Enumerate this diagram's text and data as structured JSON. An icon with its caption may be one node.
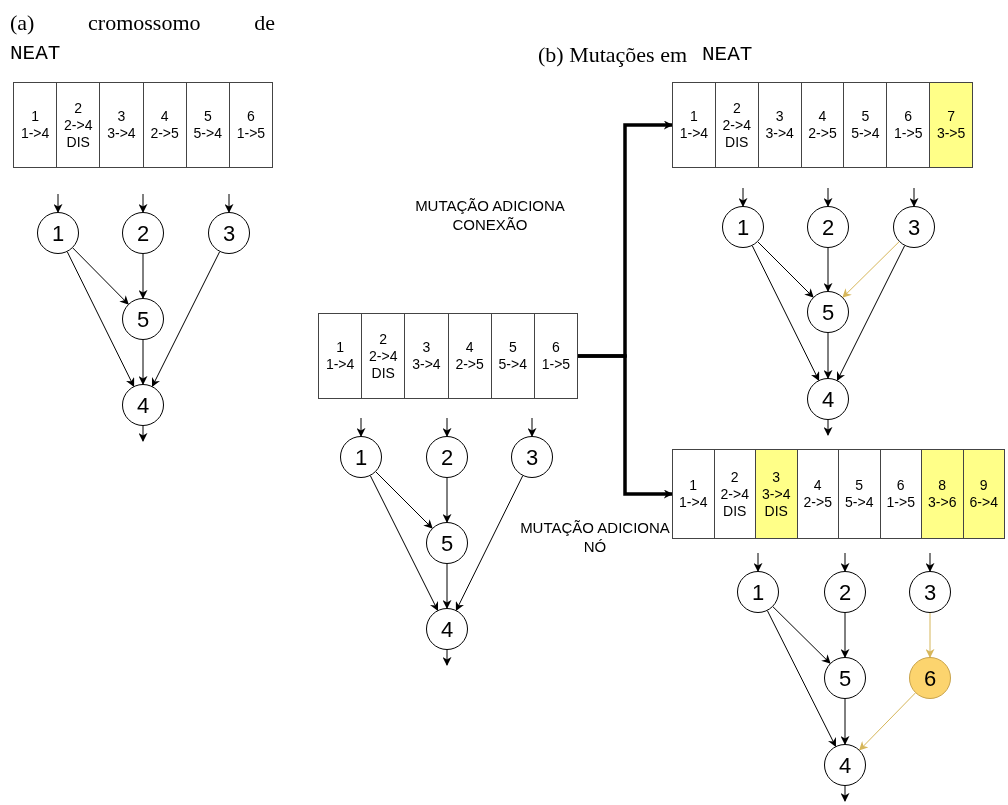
{
  "diagram": {
    "nodes": [
      {
        "text": [],
        "shape": "box"
      },
      {
        "text": [
          "1",
          "1->4"
        ],
        "in": 0
      },
      {
        "text": [
          "2",
          "2->4",
          "DIS"
        ],
        "in": 0
      },
      {
        "text": [
          "3",
          "3->4"
        ],
        "in": 0
      },
      {
        "text": [
          "4",
          "2->5"
        ],
        "in": 0
      },
      {
        "text": [
          "5",
          "5->4"
        ],
        "in": 0
      },
      {
        "text": [
          "6",
          "1->5"
        ],
        "in": 0
      },
      {
        "text": [
          "1"
        ]
      },
      {
        "text": [
          "2"
        ]
      },
      {
        "text": [
          "3"
        ]
      },
      {
        "text": [
          "5"
        ]
      },
      {
        "text": [
          "4"
        ]
      },
      {
        "text": [],
        "shape": "box"
      },
      {
        "text": [
          "1",
          "1->4"
        ],
        "in": 12
      },
      {
        "text": [
          "2",
          "2->4",
          "DIS"
        ],
        "in": 12
      },
      {
        "text": [
          "3",
          "3->4"
        ],
        "in": 12
      },
      {
        "text": [
          "4",
          "2->5"
        ],
        "in": 12
      },
      {
        "text": [
          "5",
          "5->4"
        ],
        "in": 12
      },
      {
        "text": [
          "6",
          "1->5"
        ],
        "in": 12
      },
      {
        "text": [
          "1"
        ]
      },
      {
        "text": [
          "2"
        ]
      },
      {
        "text": [
          "3"
        ]
      },
      {
        "text": [
          "5"
        ]
      },
      {
        "text": [
          "4"
        ]
      },
      {
        "text": [],
        "shape": "box"
      },
      {
        "text": [
          "1",
          "1->4"
        ],
        "in": 24
      },
      {
        "text": [
          "2",
          "2->4",
          "DIS"
        ],
        "in": 24
      },
      {
        "text": [
          "3",
          "3->4"
        ],
        "in": 24
      },
      {
        "text": [
          "4",
          "2->5"
        ],
        "in": 24
      },
      {
        "text": [
          "5",
          "5->4"
        ],
        "in": 24
      },
      {
        "text": [
          "6",
          "1->5"
        ],
        "in": 24
      },
      {
        "text": [
          "7",
          "3->5"
        ],
        "in": 24
      },
      {
        "text": [
          "1"
        ]
      },
      {
        "text": [
          "2"
        ]
      },
      {
        "text": [
          "3"
        ]
      },
      {
        "text": [
          "5"
        ]
      },
      {
        "text": [
          "4"
        ]
      },
      {
        "text": [],
        "shape": "box"
      },
      {
        "text": [
          "1",
          "1->4"
        ],
        "in": 37
      },
      {
        "text": [
          "2",
          "2->4",
          "DIS"
        ],
        "in": 37
      },
      {
        "text": [
          "3",
          "3->4",
          "DIS"
        ],
        "in": 37
      },
      {
        "text": [
          "4",
          "2->5"
        ],
        "in": 37
      },
      {
        "text": [
          "5",
          "5->4"
        ],
        "in": 37
      },
      {
        "text": [
          "6",
          "1->5"
        ],
        "in": 37
      },
      {
        "text": [
          "8",
          "3->6"
        ],
        "in": 37
      },
      {
        "text": [
          "9",
          "6->4"
        ],
        "in": 37
      },
      {
        "text": [
          "1"
        ]
      },
      {
        "text": [
          "2"
        ]
      },
      {
        "text": [
          "3"
        ]
      },
      {
        "text": [
          "5"
        ]
      },
      {
        "text": [
          "6"
        ]
      },
      {
        "text": [
          "4"
        ]
      }
    ],
    "edges": [
      {
        "from": null,
        "to": 7,
        "arrow": "to"
      },
      {
        "from": null,
        "to": 8,
        "arrow": "to"
      },
      {
        "from": null,
        "to": 9,
        "arrow": "to"
      },
      {
        "from": 7,
        "to": 10,
        "arrow": "to"
      },
      {
        "from": 8,
        "to": 10,
        "arrow": "to"
      },
      {
        "from": 7,
        "to": 11,
        "arrow": "to"
      },
      {
        "from": 10,
        "to": 11,
        "arrow": "to"
      },
      {
        "from": 9,
        "to": 11,
        "arrow": "to"
      },
      {
        "from": 11,
        "to": null,
        "arrow": "to"
      },
      {
        "from": null,
        "to": 19,
        "arrow": "to"
      },
      {
        "from": null,
        "to": 20,
        "arrow": "to"
      },
      {
        "from": null,
        "to": 21,
        "arrow": "to"
      },
      {
        "from": 19,
        "to": 22,
        "arrow": "to"
      },
      {
        "from": 20,
        "to": 22,
        "arrow": "to"
      },
      {
        "from": 19,
        "to": 23,
        "arrow": "to"
      },
      {
        "from": 22,
        "to": 23,
        "arrow": "to"
      },
      {
        "from": 21,
        "to": 23,
        "arrow": "to"
      },
      {
        "from": 23,
        "to": null,
        "arrow": "to"
      },
      {
        "from": 12,
        "to": 24,
        "arrow": "to",
        "label": "MUTAÇÃO ADICIONA CONEXÃO",
        "style": "thick"
      },
      {
        "from": 12,
        "to": 37,
        "arrow": "to",
        "label": "MUTAÇÃO ADICIONA NÓ",
        "style": "thick"
      },
      {
        "from": null,
        "to": 32,
        "arrow": "to"
      },
      {
        "from": null,
        "to": 33,
        "arrow": "to"
      },
      {
        "from": null,
        "to": 34,
        "arrow": "to"
      },
      {
        "from": 32,
        "to": 35,
        "arrow": "to"
      },
      {
        "from": 33,
        "to": 35,
        "arrow": "to"
      },
      {
        "from": 34,
        "to": 35,
        "arrow": "to",
        "color": "#d6b65a"
      },
      {
        "from": 32,
        "to": 36,
        "arrow": "to"
      },
      {
        "from": 35,
        "to": 36,
        "arrow": "to"
      },
      {
        "from": 34,
        "to": 36,
        "arrow": "to"
      },
      {
        "from": 36,
        "to": null,
        "arrow": "to"
      },
      {
        "from": null,
        "to": 46,
        "arrow": "to"
      },
      {
        "from": null,
        "to": 47,
        "arrow": "to"
      },
      {
        "from": null,
        "to": 48,
        "arrow": "to"
      },
      {
        "from": 46,
        "to": 49,
        "arrow": "to"
      },
      {
        "from": 47,
        "to": 49,
        "arrow": "to"
      },
      {
        "from": 48,
        "to": 50,
        "arrow": "to",
        "color": "#d6b65a"
      },
      {
        "from": 46,
        "to": 51,
        "arrow": "to"
      },
      {
        "from": 49,
        "to": 51,
        "arrow": "to"
      },
      {
        "from": 50,
        "to": 51,
        "arrow": "to",
        "color": "#d6b65a"
      },
      {
        "from": 51,
        "to": null,
        "arrow": "to"
      }
    ],
    "labels": [
      "(a) cromossomo de",
      "NEAT",
      "(b) Mutações em",
      "NEAT"
    ]
  }
}
